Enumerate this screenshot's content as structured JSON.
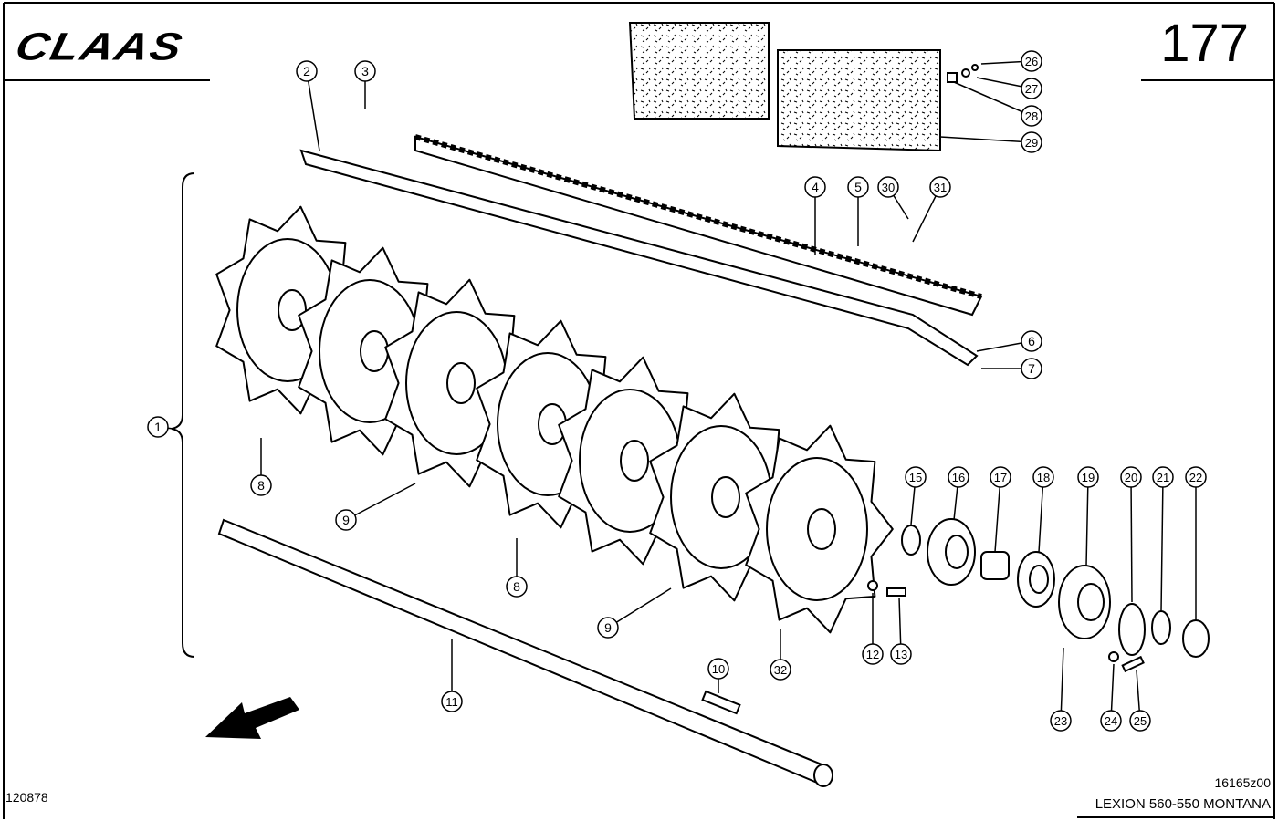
{
  "header": {
    "brand": "CLAAS",
    "page_number": "177"
  },
  "footer": {
    "drawing_number": "120878",
    "reference_code": "16165z00",
    "model": "LEXION 560-550 MONTANA"
  },
  "callouts": [
    "2",
    "3",
    "26",
    "27",
    "28",
    "29",
    "4",
    "5",
    "30",
    "31",
    "6",
    "7",
    "1",
    "8",
    "9",
    "15",
    "16",
    "17",
    "18",
    "19",
    "20",
    "21",
    "22",
    "8",
    "9",
    "12",
    "13",
    "32",
    "10",
    "11",
    "23",
    "24",
    "25"
  ]
}
